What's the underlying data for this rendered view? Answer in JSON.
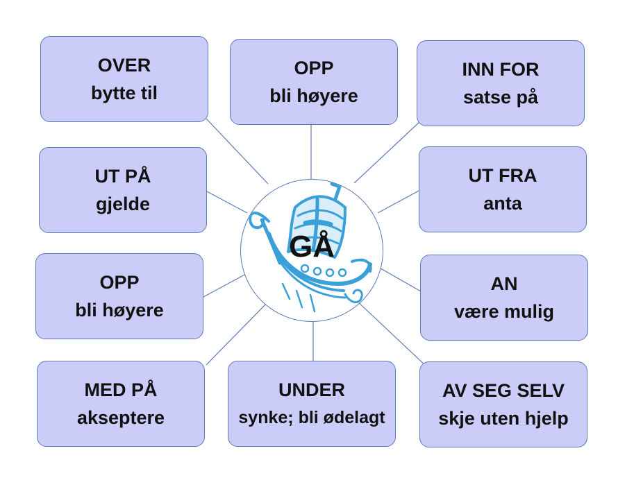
{
  "center": {
    "word": "GÅ",
    "icon": "viking-ship-icon"
  },
  "items": [
    {
      "particle": "OVER",
      "meaning": "bytte til"
    },
    {
      "particle": "OPP",
      "meaning": "bli høyere"
    },
    {
      "particle": "INN FOR",
      "meaning": "satse på"
    },
    {
      "particle": "UT PÅ",
      "meaning": "gjelde"
    },
    {
      "particle": "UT FRA",
      "meaning": "anta"
    },
    {
      "particle": "OPP",
      "meaning": "bli høyere"
    },
    {
      "particle": "AN",
      "meaning": "være mulig"
    },
    {
      "particle": "MED PÅ",
      "meaning": "akseptere"
    },
    {
      "particle": "UNDER",
      "meaning": "synke; bli ødelagt"
    },
    {
      "particle": "AV SEG SELV",
      "meaning": "skje uten hjelp"
    }
  ],
  "colors": {
    "box_fill": "#ccccf9",
    "box_border": "#5a7bb5",
    "line": "#5a7bb5",
    "ship": "#3aa0d8"
  }
}
